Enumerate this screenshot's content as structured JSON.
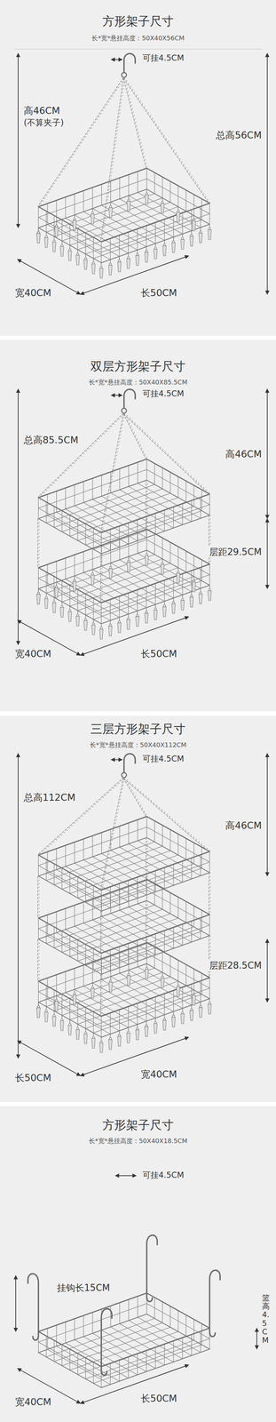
{
  "diagram": {
    "labels": [
      "方形架子尺寸",
      "长*宽*悬挂高度：50X40X56CM",
      "可挂4.5CM",
      "高46CM",
      "(不算夹子)",
      "总高56CM",
      "宽40CM",
      "长50CM",
      "双层方形架子尺寸",
      "长*宽*悬挂高度：50X40X85.5CM",
      "可挂4.5CM",
      "总高85.5CM",
      "高46CM",
      "层距29.5CM",
      "宽40CM",
      "长50CM",
      "三层方形架子尺寸",
      "长*宽*悬挂高度：50X40X112CM",
      "可挂4.5CM",
      "总高112CM",
      "高46CM",
      "层距28.5CM",
      "长50CM",
      "宽40CM",
      "方形架子尺寸",
      "长*宽*悬挂高度：50X40X18.5CM",
      "可挂4.5CM",
      "挂钩长15CM",
      "篮高4.5CM",
      "宽40CM",
      "长50CM"
    ]
  }
}
